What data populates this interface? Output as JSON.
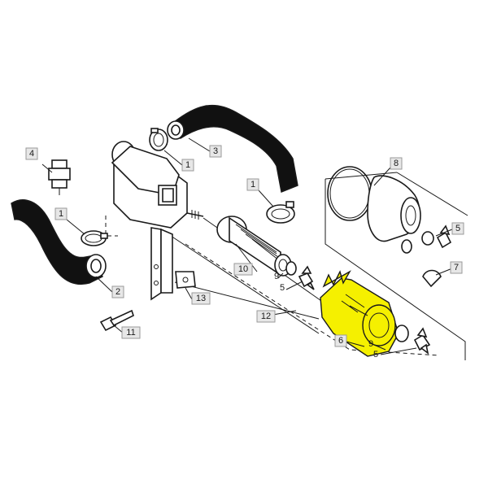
{
  "labels": {
    "p1a": "1",
    "p1b": "1",
    "p1c": "1",
    "p2": "2",
    "p3": "3",
    "p4": "4",
    "p5a": "5",
    "p5b": "5",
    "p5c": "5",
    "p6": "6",
    "p7": "7",
    "p8": "8",
    "p9a": "9",
    "p9b": "9",
    "p10": "10",
    "p11": "11",
    "p12": "12",
    "p13": "13"
  },
  "colors": {
    "highlight": "#f5f000",
    "hose": "#111111",
    "label_box": "#e7e7e7"
  }
}
